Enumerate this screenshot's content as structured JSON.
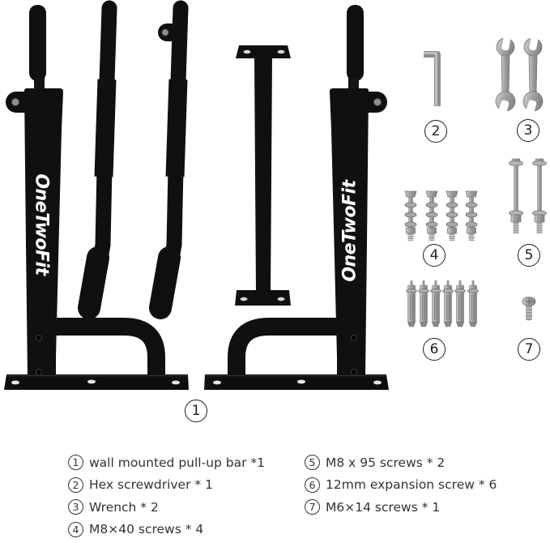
{
  "brand": {
    "left_frame_label": "OneTwoFit",
    "right_frame_label": "OneTwoFit"
  },
  "callouts": [
    {
      "num": "1",
      "target": "wall-mounted-pull-up-bar"
    },
    {
      "num": "2",
      "target": "hex-screwdriver"
    },
    {
      "num": "3",
      "target": "wrench"
    },
    {
      "num": "4",
      "target": "m8x40-screws"
    },
    {
      "num": "5",
      "target": "m8x95-screws"
    },
    {
      "num": "6",
      "target": "expansion-screws"
    },
    {
      "num": "7",
      "target": "m6x14-screw"
    }
  ],
  "parts_list": {
    "left_column": [
      {
        "num": "1",
        "label": "wall mounted pull-up bar *1"
      },
      {
        "num": "2",
        "label": "Hex screwdriver * 1"
      },
      {
        "num": "3",
        "label": "Wrench * 2"
      },
      {
        "num": "4",
        "label": "M8×40 screws * 4"
      }
    ],
    "right_column": [
      {
        "num": "5",
        "label": "M8 x 95 screws * 2"
      },
      {
        "num": "6",
        "label": "12mm expansion screw * 6"
      },
      {
        "num": "7",
        "label": "M6×14 screws * 1"
      }
    ]
  },
  "colors": {
    "frame_black": "#101010",
    "metal_gray": "#9a9a9a",
    "text": "#333333",
    "background": "#ffffff"
  }
}
